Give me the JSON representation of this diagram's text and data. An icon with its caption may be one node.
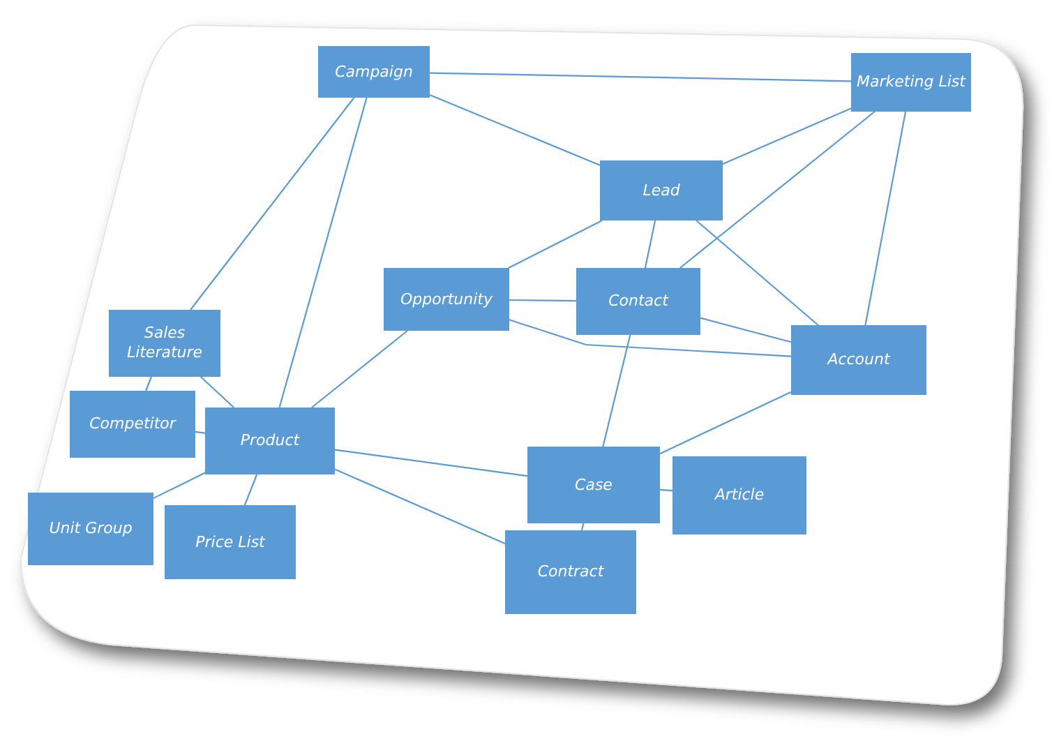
{
  "diagram": {
    "nodes": [
      {
        "text": [
          "Campaign"
        ]
      },
      {
        "text": [
          "Marketing List"
        ]
      },
      {
        "text": [
          "Lead"
        ]
      },
      {
        "text": [
          "Opportunity"
        ]
      },
      {
        "text": [
          "Contact"
        ]
      },
      {
        "text": [
          "Account"
        ]
      },
      {
        "text": [
          "Sales Literature"
        ]
      },
      {
        "text": [
          "Competitor"
        ]
      },
      {
        "text": [
          "Product"
        ]
      },
      {
        "text": [
          "Case"
        ]
      },
      {
        "text": [
          "Article"
        ]
      },
      {
        "text": [
          "Unit Group"
        ]
      },
      {
        "text": [
          "Price List"
        ]
      },
      {
        "text": [
          "Contract"
        ]
      }
    ],
    "edges": [
      {
        "from": 0,
        "to": 1,
        "arrow": "none"
      },
      {
        "from": 0,
        "to": 2,
        "arrow": "none"
      },
      {
        "from": 0,
        "to": 6,
        "arrow": "none"
      },
      {
        "from": 0,
        "to": 8,
        "arrow": "none"
      },
      {
        "from": 1,
        "to": 2,
        "arrow": "none"
      },
      {
        "from": 1,
        "to": 4,
        "arrow": "none"
      },
      {
        "from": 1,
        "to": 5,
        "arrow": "none"
      },
      {
        "from": 2,
        "to": 3,
        "arrow": "none"
      },
      {
        "from": 2,
        "to": 4,
        "arrow": "none"
      },
      {
        "from": 2,
        "to": 5,
        "arrow": "none"
      },
      {
        "from": 3,
        "to": 4,
        "arrow": "none"
      },
      {
        "from": 3,
        "to": 5,
        "arrow": "none"
      },
      {
        "from": 4,
        "to": 5,
        "arrow": "none"
      },
      {
        "from": 4,
        "to": 9,
        "arrow": "none"
      },
      {
        "from": 5,
        "to": 9,
        "arrow": "none"
      },
      {
        "from": 6,
        "to": 7,
        "arrow": "none"
      },
      {
        "from": 6,
        "to": 8,
        "arrow": "none"
      },
      {
        "from": 7,
        "to": 8,
        "arrow": "none"
      },
      {
        "from": 8,
        "to": 3,
        "arrow": "none"
      },
      {
        "from": 8,
        "to": 11,
        "arrow": "none"
      },
      {
        "from": 8,
        "to": 12,
        "arrow": "none"
      },
      {
        "from": 8,
        "to": 9,
        "arrow": "none"
      },
      {
        "from": 8,
        "to": 13,
        "arrow": "none"
      },
      {
        "from": 9,
        "to": 10,
        "arrow": "none"
      },
      {
        "from": 9,
        "to": 13,
        "arrow": "none"
      }
    ]
  }
}
